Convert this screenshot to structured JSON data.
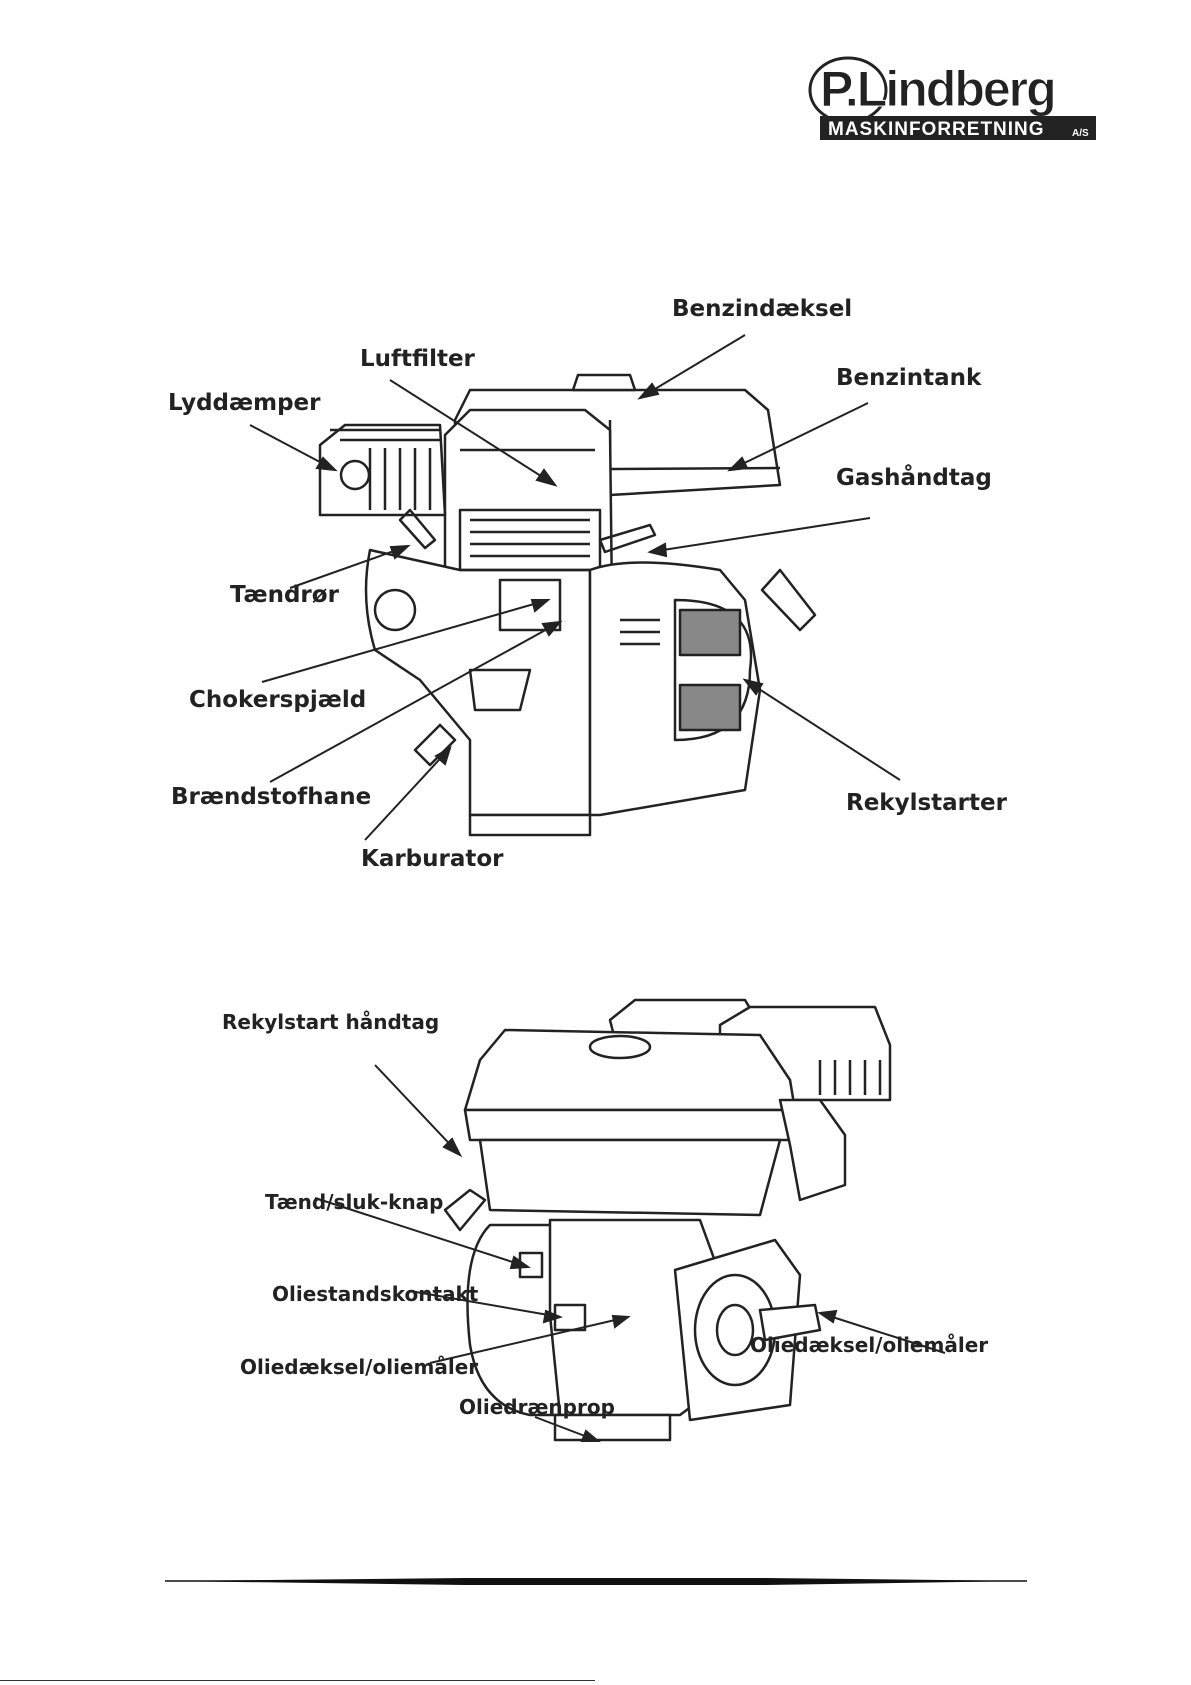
{
  "header": {
    "logo": {
      "brand": "P.Lindberg",
      "subtitle": "MASKINFORRETNING",
      "suffix": "A/S"
    }
  },
  "diagram_top": {
    "labels": {
      "benzindaeksel": "Benzindæksel",
      "luftfilter": "Luftfilter",
      "benzintank": "Benzintank",
      "lyddaemper": "Lyddæmper",
      "gashaandtag": "Gashåndtag",
      "taendroer": "Tændrør",
      "chokerspjaeld": "Chokerspjæld",
      "braendstofhane": "Brændstofhane",
      "rekylstarter": "Rekylstarter",
      "karburator": "Karburator"
    }
  },
  "diagram_bottom": {
    "labels": {
      "rekylstart_haandtag": "Rekylstart håndtag",
      "taend_sluk_knap": "Tænd/sluk-knap",
      "oliestandskontakt": "Oliestandskontakt",
      "oliedaeksel_left": "Oliedæksel/oliemåler",
      "oliedaeksel_right": "Oliedæksel/oliemåler",
      "oliedraenprop": "Oliedrænprop"
    }
  }
}
